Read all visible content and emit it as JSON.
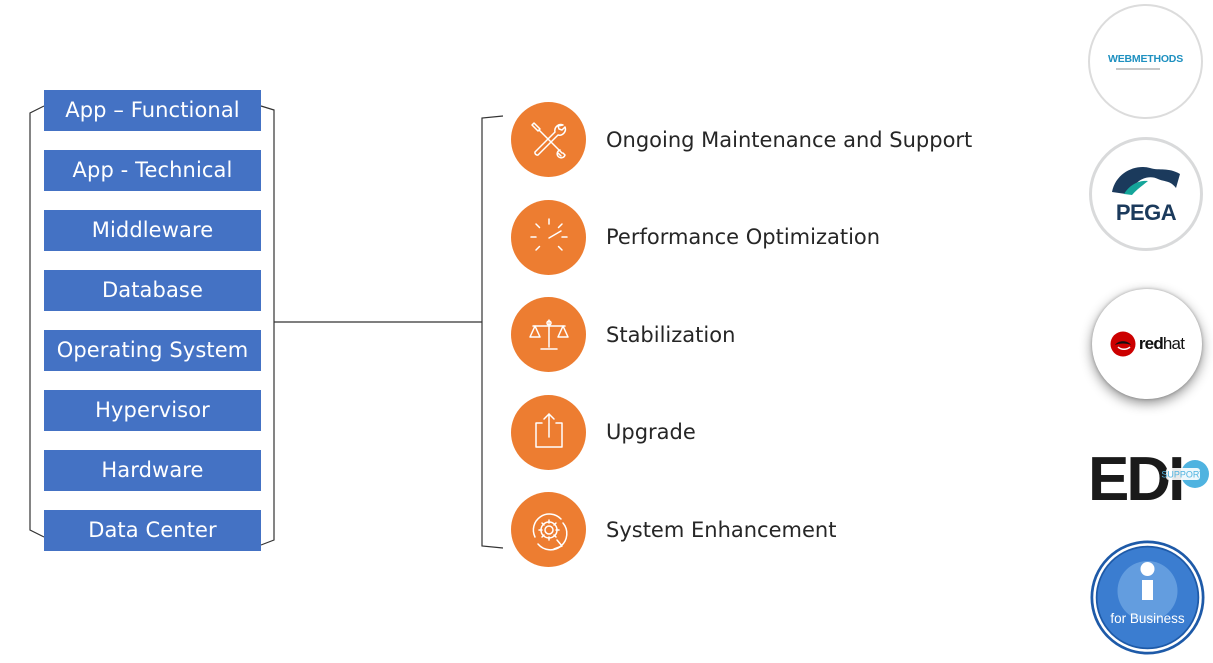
{
  "stack": {
    "layers": [
      "App – Functional",
      "App - Technical",
      "Middleware",
      "Database",
      "Operating System",
      "Hypervisor",
      "Hardware",
      "Data Center"
    ]
  },
  "services": [
    {
      "label": "Ongoing Maintenance and Support",
      "icon": "wrench-screwdriver-icon"
    },
    {
      "label": "Performance Optimization",
      "icon": "speedometer-icon"
    },
    {
      "label": "Stabilization",
      "icon": "balance-scale-icon"
    },
    {
      "label": "Upgrade",
      "icon": "upload-icon"
    },
    {
      "label": "System Enhancement",
      "icon": "gear-refresh-icon"
    }
  ],
  "logos": {
    "webmethods": {
      "text": "WEBMETHODS"
    },
    "pega": {
      "text": "PEGA"
    },
    "redhat": {
      "text_bold": "red",
      "text_regular": "hat"
    },
    "edi": {
      "text": "EDI",
      "badge": "SUPPORT"
    },
    "ibmi": {
      "text": "for Business",
      "letter": "i"
    }
  },
  "colors": {
    "layer_blue": "#4472c4",
    "service_orange": "#ed7d31",
    "line": "#333333"
  }
}
